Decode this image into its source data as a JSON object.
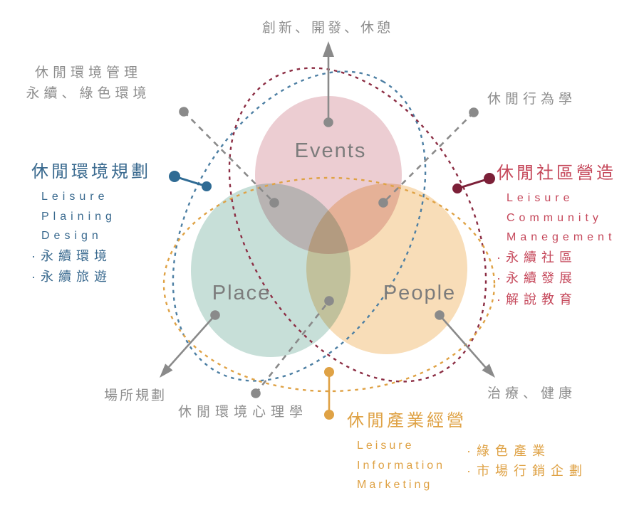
{
  "colors": {
    "gray": "#8a8a8a",
    "gray_text": "#8e8e8e",
    "events_fill": "#eccdd2",
    "place_fill": "#c7dfd8",
    "people_fill": "#f8ddb8",
    "blue_accent": "#2f6b94",
    "blue_ellipse": "#4d7fa3",
    "maroon_accent": "#7c2038",
    "maroon_ellipse": "#8c2e44",
    "crimson_text": "#c5475a",
    "orange_accent": "#dfa245"
  },
  "venn": {
    "circles": [
      {
        "label": "Events"
      },
      {
        "label": "Place"
      },
      {
        "label": "People"
      }
    ]
  },
  "outer_labels": {
    "top": "創新、開發、休憩",
    "top_left_line1": "休閒環境管理",
    "top_left_line2": "永續、綠色環境",
    "top_right": "休閒行為學",
    "bottom_left": "場所規劃",
    "bottom_center": "休閒環境心理學",
    "bottom_right": "治療、健康"
  },
  "sections": {
    "planning": {
      "title": "休閒環境規劃",
      "en_lines": [
        "Leisure",
        "Plaining",
        "Design"
      ],
      "bullets": [
        "·永續環境",
        "·永續旅遊"
      ]
    },
    "community": {
      "title": "休閒社區營造",
      "en_lines": [
        "Leisure",
        "Community",
        "Manegement"
      ],
      "bullets": [
        "·永續社區",
        "·永續發展",
        "·解說教育"
      ]
    },
    "industry": {
      "title": "休閒產業經營",
      "en_lines": [
        "Leisure",
        "Information",
        "Marketing"
      ],
      "bullets": [
        "·綠色產業",
        "·市場行銷企劃"
      ]
    }
  }
}
